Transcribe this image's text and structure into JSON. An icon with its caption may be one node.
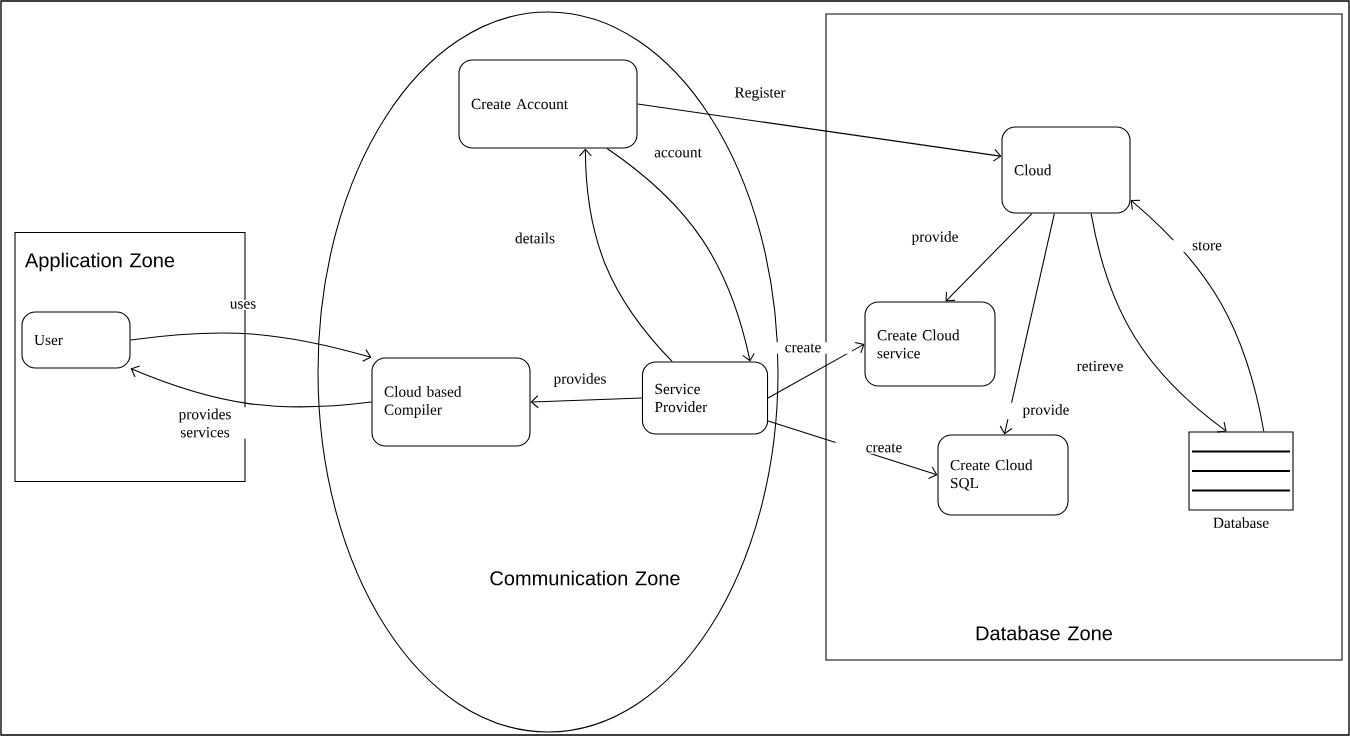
{
  "diagram": {
    "nodes": [
      {
        "text": [
          "Application Zone"
        ]
      },
      {
        "text": [
          "User"
        ],
        "in": 0
      },
      {
        "text": [
          "Communication Zone"
        ]
      },
      {
        "text": [
          "Create Account"
        ],
        "in": 2
      },
      {
        "text": [
          "Cloud based Compiler"
        ],
        "in": 2
      },
      {
        "text": [
          "Service Provider"
        ],
        "in": 2
      },
      {
        "text": [
          "Database Zone"
        ]
      },
      {
        "text": [
          "Cloud"
        ],
        "in": 6
      },
      {
        "text": [
          "Create Cloud service"
        ],
        "in": 6
      },
      {
        "text": [
          "Create Cloud SQL"
        ],
        "in": 6
      },
      {
        "text": [
          "Database"
        ],
        "in": 6
      }
    ],
    "edges": [
      {
        "from": 1,
        "to": 4,
        "arrow": "to",
        "label": "uses"
      },
      {
        "from": 4,
        "to": 1,
        "arrow": "to",
        "label": "provides services"
      },
      {
        "from": 5,
        "to": 4,
        "arrow": "to",
        "label": "provides"
      },
      {
        "from": 5,
        "to": 3,
        "arrow": "to",
        "label": "details"
      },
      {
        "from": 3,
        "to": 5,
        "arrow": "to",
        "label": "account"
      },
      {
        "from": 3,
        "to": 7,
        "arrow": "to",
        "label": "Register"
      },
      {
        "from": 5,
        "to": 8,
        "arrow": "to",
        "label": "create"
      },
      {
        "from": 5,
        "to": 9,
        "arrow": "to",
        "label": "create"
      },
      {
        "from": 7,
        "to": 8,
        "arrow": "to",
        "label": "provide"
      },
      {
        "from": 7,
        "to": 9,
        "arrow": "to",
        "label": "provide"
      },
      {
        "from": 7,
        "to": 10,
        "arrow": "to",
        "label": "retireve"
      },
      {
        "from": 10,
        "to": 7,
        "arrow": "to",
        "label": "store"
      }
    ]
  }
}
